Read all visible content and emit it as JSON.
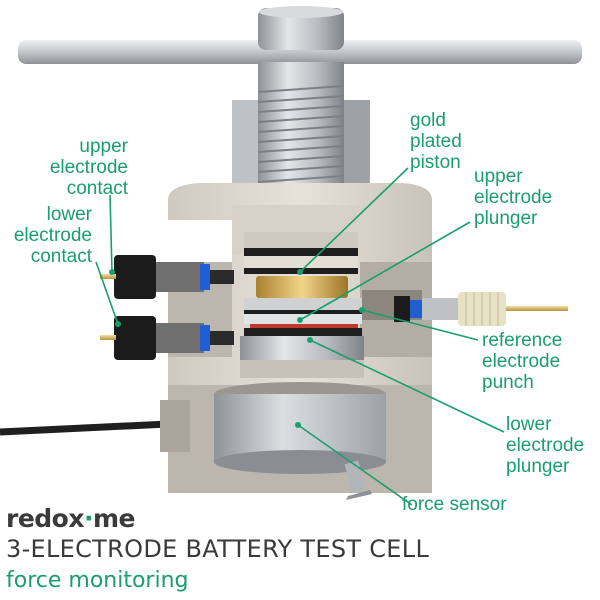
{
  "labels": {
    "upper_electrode_contact": [
      "upper",
      "electrode",
      "contact"
    ],
    "lower_electrode_contact": [
      "lower",
      "electrode",
      "contact"
    ],
    "gold_plated_piston": [
      "gold",
      "plated",
      "piston"
    ],
    "upper_electrode_plunger": [
      "upper",
      "electrode",
      "plunger"
    ],
    "reference_electrode_punch": [
      "reference",
      "electrode",
      "punch"
    ],
    "lower_electrode_plunger": [
      "lower",
      "electrode",
      "plunger"
    ],
    "force_sensor": [
      "force sensor"
    ]
  },
  "brand": {
    "logo_left": "redox",
    "logo_accent": "·",
    "logo_right": "me"
  },
  "title": "3-ELECTRODE BATTERY TEST CELL",
  "subtitle": "force monitoring",
  "colors": {
    "accent": "#1a9f6c",
    "text": "#3a3a3a",
    "body": "#d9d5cc",
    "metal": "#c9cbcd",
    "gold": "#d4a84a"
  }
}
